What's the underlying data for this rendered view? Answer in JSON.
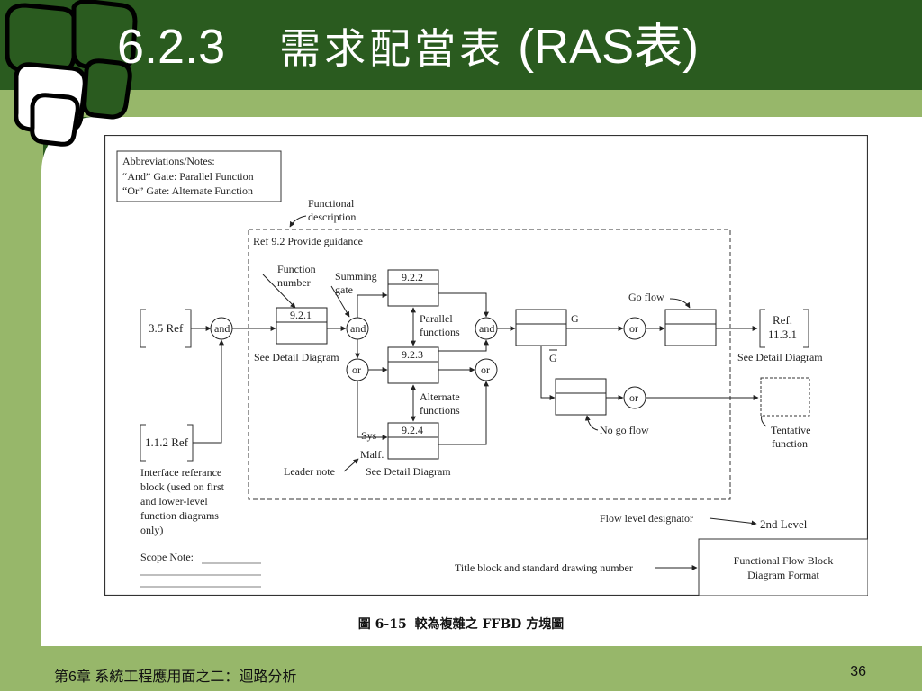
{
  "slide": {
    "title_prefix": "6.2.3",
    "title_cjk": "需求配當表",
    "title_suffix": "(RAS表)",
    "footer_left": "第6章 系統工程應用面之二：迴路分析",
    "page_number": "36"
  },
  "caption": {
    "number": "圖 6-15",
    "text": "較為複雜之 FFBD 方塊圖"
  },
  "diagram": {
    "notes": {
      "heading": "Abbreviations/Notes:",
      "and_gate": "“And” Gate:    Parallel Function",
      "or_gate": "“Or” Gate:    Alternate Function"
    },
    "functional_description": [
      "Functional",
      "description"
    ],
    "ref_guidance": "Ref 9.2 Provide guidance",
    "function_number": [
      "Function",
      "number"
    ],
    "summing_gate": [
      "Summing",
      "gate"
    ],
    "ref_35": "3.5 Ref",
    "ref_112": "1.1.2 Ref",
    "and_label": "and",
    "or_label": "or",
    "blocks": {
      "b921": "9.2.1",
      "b922": "9.2.2",
      "b923": "9.2.3",
      "b924": "9.2.4"
    },
    "see_detail": "See Detail Diagram",
    "parallel_functions": [
      "Parallel",
      "functions"
    ],
    "alternate_functions": [
      "Alternate",
      "functions"
    ],
    "g_label": "G",
    "g_bar_label": "G",
    "go_flow": "Go flow",
    "no_go_flow": "No go flow",
    "ref_1131": [
      "Ref.",
      "11.3.1"
    ],
    "tentative_function": [
      "Tentative",
      "function"
    ],
    "sys": "Sys",
    "malf": "Malf.",
    "leader_note": "Leader note",
    "interface_block": [
      "Interface referance",
      "block (used on first",
      "and lower-level",
      "function diagrams",
      "only)"
    ],
    "scope_note": "Scope Note:",
    "flow_level_designator": "Flow level designator",
    "second_level": "2nd Level",
    "title_block_label": "Title block and standard drawing number",
    "title_block": [
      "Functional Flow Block",
      "Diagram Format"
    ]
  },
  "colors": {
    "dark_green": "#2a5b1f",
    "light_green": "#97b76a",
    "content_bg": "#ffffff"
  }
}
